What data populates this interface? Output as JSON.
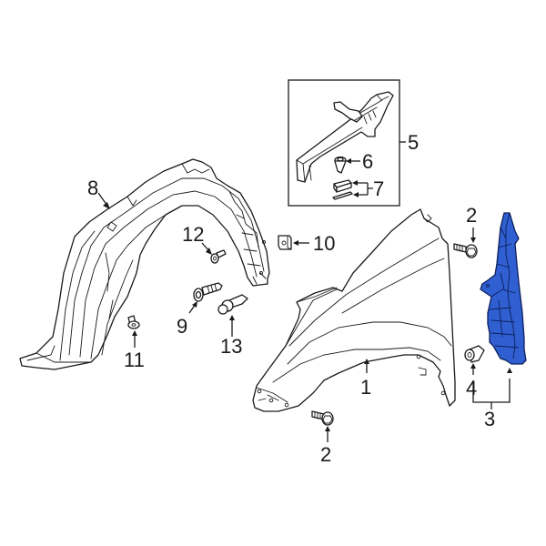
{
  "diagram": {
    "type": "exploded-parts-diagram",
    "subject": "Front fender assembly",
    "highlight_color": "#2f5fd1",
    "callouts": [
      {
        "id": "1",
        "label": "1",
        "part": "fender"
      },
      {
        "id": "2a",
        "label": "2",
        "part": "bolt (upper)"
      },
      {
        "id": "2b",
        "label": "2",
        "part": "bolt (lower)"
      },
      {
        "id": "3",
        "label": "3",
        "part": "fender support bracket (highlighted)"
      },
      {
        "id": "4",
        "label": "4",
        "part": "clip"
      },
      {
        "id": "5",
        "label": "5",
        "part": "fender extension (inset)"
      },
      {
        "id": "6",
        "label": "6",
        "part": "retainer"
      },
      {
        "id": "7",
        "label": "7",
        "part": "pads"
      },
      {
        "id": "8",
        "label": "8",
        "part": "fender liner"
      },
      {
        "id": "9",
        "label": "9",
        "part": "screw"
      },
      {
        "id": "10",
        "label": "10",
        "part": "nut clip"
      },
      {
        "id": "11",
        "label": "11",
        "part": "rivet"
      },
      {
        "id": "12",
        "label": "12",
        "part": "rivet"
      },
      {
        "id": "13",
        "label": "13",
        "part": "clip"
      }
    ]
  }
}
